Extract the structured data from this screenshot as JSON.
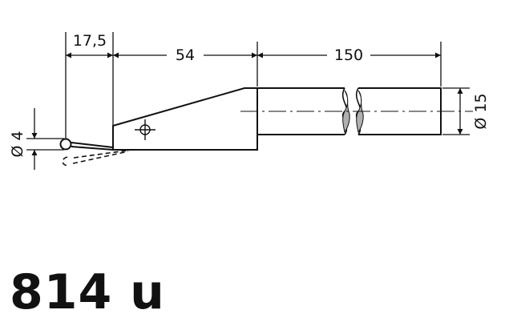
{
  "diagram": {
    "dimensions": {
      "tip_length": "17,5",
      "body_length": "54",
      "shaft_length": "150",
      "shaft_diameter": "Ø 15",
      "ball_diameter": "Ø 4"
    },
    "colors": {
      "line": "#111111",
      "background": "#ffffff"
    }
  },
  "product": {
    "model": "814 u"
  }
}
